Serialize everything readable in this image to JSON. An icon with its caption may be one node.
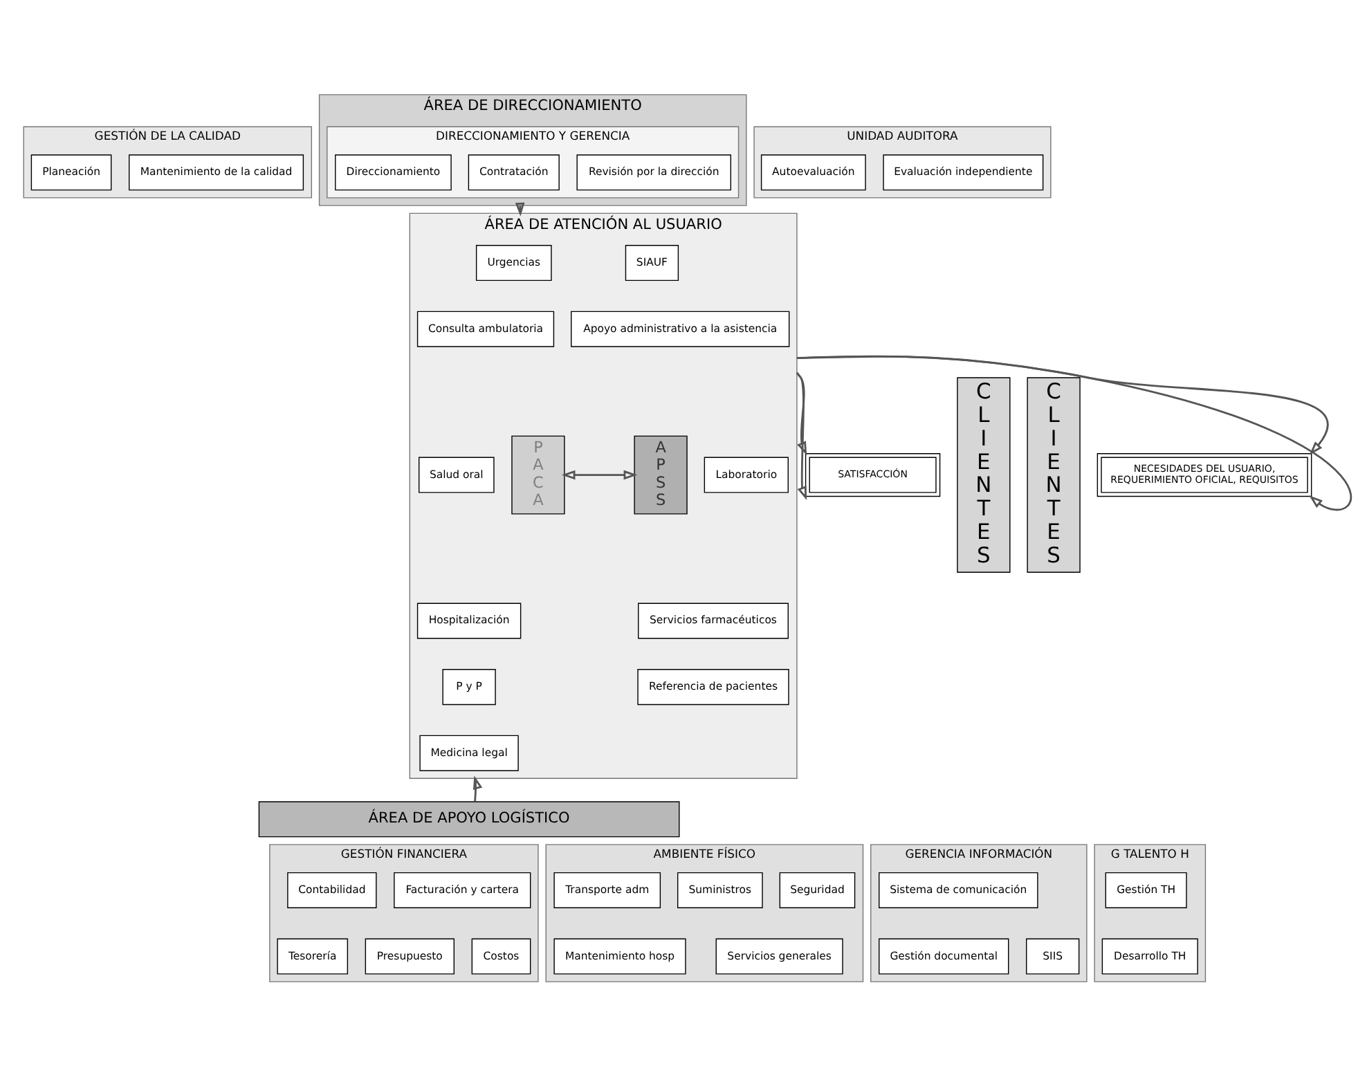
{
  "diagram": {
    "nodes": [
      {
        "text": [
          "GESTIÓN DE LA CALIDAD"
        ]
      },
      {
        "text": [
          "Planeación"
        ],
        "in": 0
      },
      {
        "text": [
          "Mantenimiento de la calidad"
        ],
        "in": 0
      },
      {
        "text": [
          "ÁREA DE DIRECCIONAMIENTO"
        ]
      },
      {
        "text": [
          "DIRECCIONAMIENTO Y GERENCIA"
        ],
        "in": 3
      },
      {
        "text": [
          "Direccionamiento"
        ],
        "in": 4
      },
      {
        "text": [
          "Contratación"
        ],
        "in": 4
      },
      {
        "text": [
          "Revisión por la dirección"
        ],
        "in": 4
      },
      {
        "text": [
          "UNIDAD AUDITORA"
        ]
      },
      {
        "text": [
          "Autoevaluación"
        ],
        "in": 8
      },
      {
        "text": [
          "Evaluación independiente"
        ],
        "in": 8
      },
      {
        "text": [
          "CLIENTES"
        ]
      },
      {
        "text": [
          "NECESIDADES DEL USUARIO, REQUERIMIENTO OFICIAL, REQUISITOS"
        ]
      },
      {
        "text": [
          "ÁREA DE ATENCIÓN AL USUARIO"
        ]
      },
      {
        "text": [
          "PACA"
        ],
        "in": 13
      },
      {
        "text": [
          "Urgencias"
        ],
        "in": 13
      },
      {
        "text": [
          "Consulta ambulatoria"
        ],
        "in": 13
      },
      {
        "text": [
          "Salud oral"
        ],
        "in": 13
      },
      {
        "text": [
          "Hospitalización"
        ],
        "in": 13
      },
      {
        "text": [
          "P y P"
        ],
        "in": 13
      },
      {
        "text": [
          "Medicina legal"
        ],
        "in": 13
      },
      {
        "text": [
          "APSS"
        ],
        "in": 13
      },
      {
        "text": [
          "SIAUF"
        ],
        "in": 13
      },
      {
        "text": [
          "Apoyo administrativo a la asistencia"
        ],
        "in": 13
      },
      {
        "text": [
          "Laboratorio"
        ],
        "in": 13
      },
      {
        "text": [
          "Servicios farmacéuticos"
        ],
        "in": 13
      },
      {
        "text": [
          "Referencia de pacientes"
        ],
        "in": 13
      },
      {
        "text": [
          "SATISFACCIÓN"
        ]
      },
      {
        "text": [
          "CLIENTES"
        ]
      },
      {
        "text": [
          "ÁREA DE APOYO LOGÍSTICO"
        ]
      },
      {
        "text": [
          "GERENCIA INFORMACIÓN"
        ]
      },
      {
        "text": [
          "Sistema de comunicación"
        ],
        "in": 30
      },
      {
        "text": [
          "Gestión documental"
        ],
        "in": 30
      },
      {
        "text": [
          "SIIS"
        ],
        "in": 30
      },
      {
        "text": [
          "GESTIÓN FINANCIERA"
        ]
      },
      {
        "text": [
          "Contabilidad"
        ],
        "in": 34
      },
      {
        "text": [
          "Facturación y cartera"
        ],
        "in": 34
      },
      {
        "text": [
          "Tesorería"
        ],
        "in": 34
      },
      {
        "text": [
          "Presupuesto"
        ],
        "in": 34
      },
      {
        "text": [
          "Costos"
        ],
        "in": 34
      },
      {
        "text": [
          "AMBIENTE FÍSICO"
        ]
      },
      {
        "text": [
          "Transporte adm"
        ],
        "in": 40
      },
      {
        "text": [
          "Suministros"
        ],
        "in": 40
      },
      {
        "text": [
          "Seguridad"
        ],
        "in": 40
      },
      {
        "text": [
          "Mantenimiento hosp"
        ],
        "in": 40
      },
      {
        "text": [
          "Servicios generales"
        ],
        "in": 40
      },
      {
        "text": [
          "G TALENTO H"
        ]
      },
      {
        "text": [
          "Gestión TH"
        ],
        "in": 46
      },
      {
        "text": [
          "Desarrollo TH"
        ],
        "in": 46
      }
    ],
    "edges": [
      {
        "from": 3,
        "to": 13,
        "arrow": "to"
      },
      {
        "from": 13,
        "to": 12,
        "arrow": "to"
      },
      {
        "from": 13,
        "to": 12,
        "arrow": "to"
      },
      {
        "from": 14,
        "to": 21,
        "arrow": "both"
      },
      {
        "from": 13,
        "to": 27,
        "arrow": "to"
      },
      {
        "from": 13,
        "to": 27,
        "arrow": "to"
      },
      {
        "from": 29,
        "to": 13,
        "arrow": "to"
      }
    ]
  }
}
